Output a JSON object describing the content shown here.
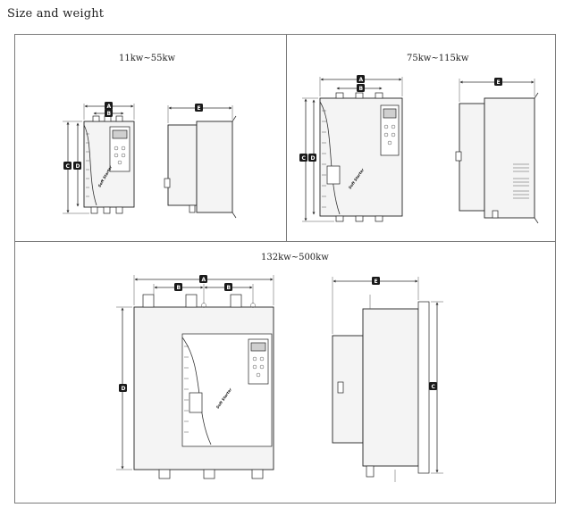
{
  "page": {
    "title": "Size and weight"
  },
  "sections": [
    {
      "label": "11kw~55kw"
    },
    {
      "label": "75kw~115kw"
    },
    {
      "label": "132kw~500kw"
    }
  ],
  "dimensions": {
    "a": "A",
    "b": "B",
    "c": "C",
    "d": "D",
    "e": "E"
  },
  "device": {
    "brand_text": "Soft Starter"
  }
}
